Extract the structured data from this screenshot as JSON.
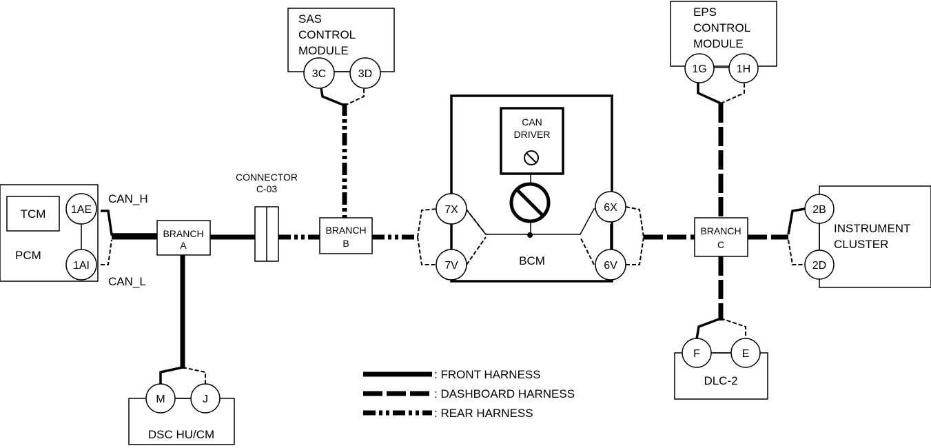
{
  "modules": {
    "pcm": {
      "label": "PCM",
      "tcm_label": "TCM",
      "pins": [
        "1AE",
        "1AI"
      ]
    },
    "sas": {
      "lines": [
        "SAS",
        "CONTROL",
        "MODULE"
      ],
      "pins": [
        "3C",
        "3D"
      ]
    },
    "eps": {
      "lines": [
        "EPS",
        "CONTROL",
        "MODULE"
      ],
      "pins": [
        "1G",
        "1H"
      ]
    },
    "bcm": {
      "label": "BCM",
      "driver_lines": [
        "CAN",
        "DRIVER"
      ],
      "pins": [
        "7X",
        "7V",
        "6X",
        "6V"
      ]
    },
    "instrument_cluster": {
      "lines": [
        "INSTRUMENT",
        "CLUSTER"
      ],
      "pins": [
        "2B",
        "2D"
      ]
    },
    "dlc2": {
      "label": "DLC-2",
      "pins": [
        "F",
        "E"
      ]
    },
    "dsc": {
      "label": "DSC HU/CM",
      "pins": [
        "M",
        "J"
      ]
    }
  },
  "branches": {
    "a": {
      "lines": [
        "BRANCH",
        "A"
      ]
    },
    "b": {
      "lines": [
        "BRANCH",
        "B"
      ]
    },
    "c": {
      "lines": [
        "BRANCH",
        "C"
      ]
    }
  },
  "connector": {
    "lines": [
      "CONNECTOR",
      "C-03"
    ]
  },
  "signals": {
    "can_h": "CAN_H",
    "can_l": "CAN_L"
  },
  "legend": {
    "front": ": FRONT HARNESS",
    "dashboard": ": DASHBOARD HARNESS",
    "rear": ": REAR HARNESS"
  }
}
